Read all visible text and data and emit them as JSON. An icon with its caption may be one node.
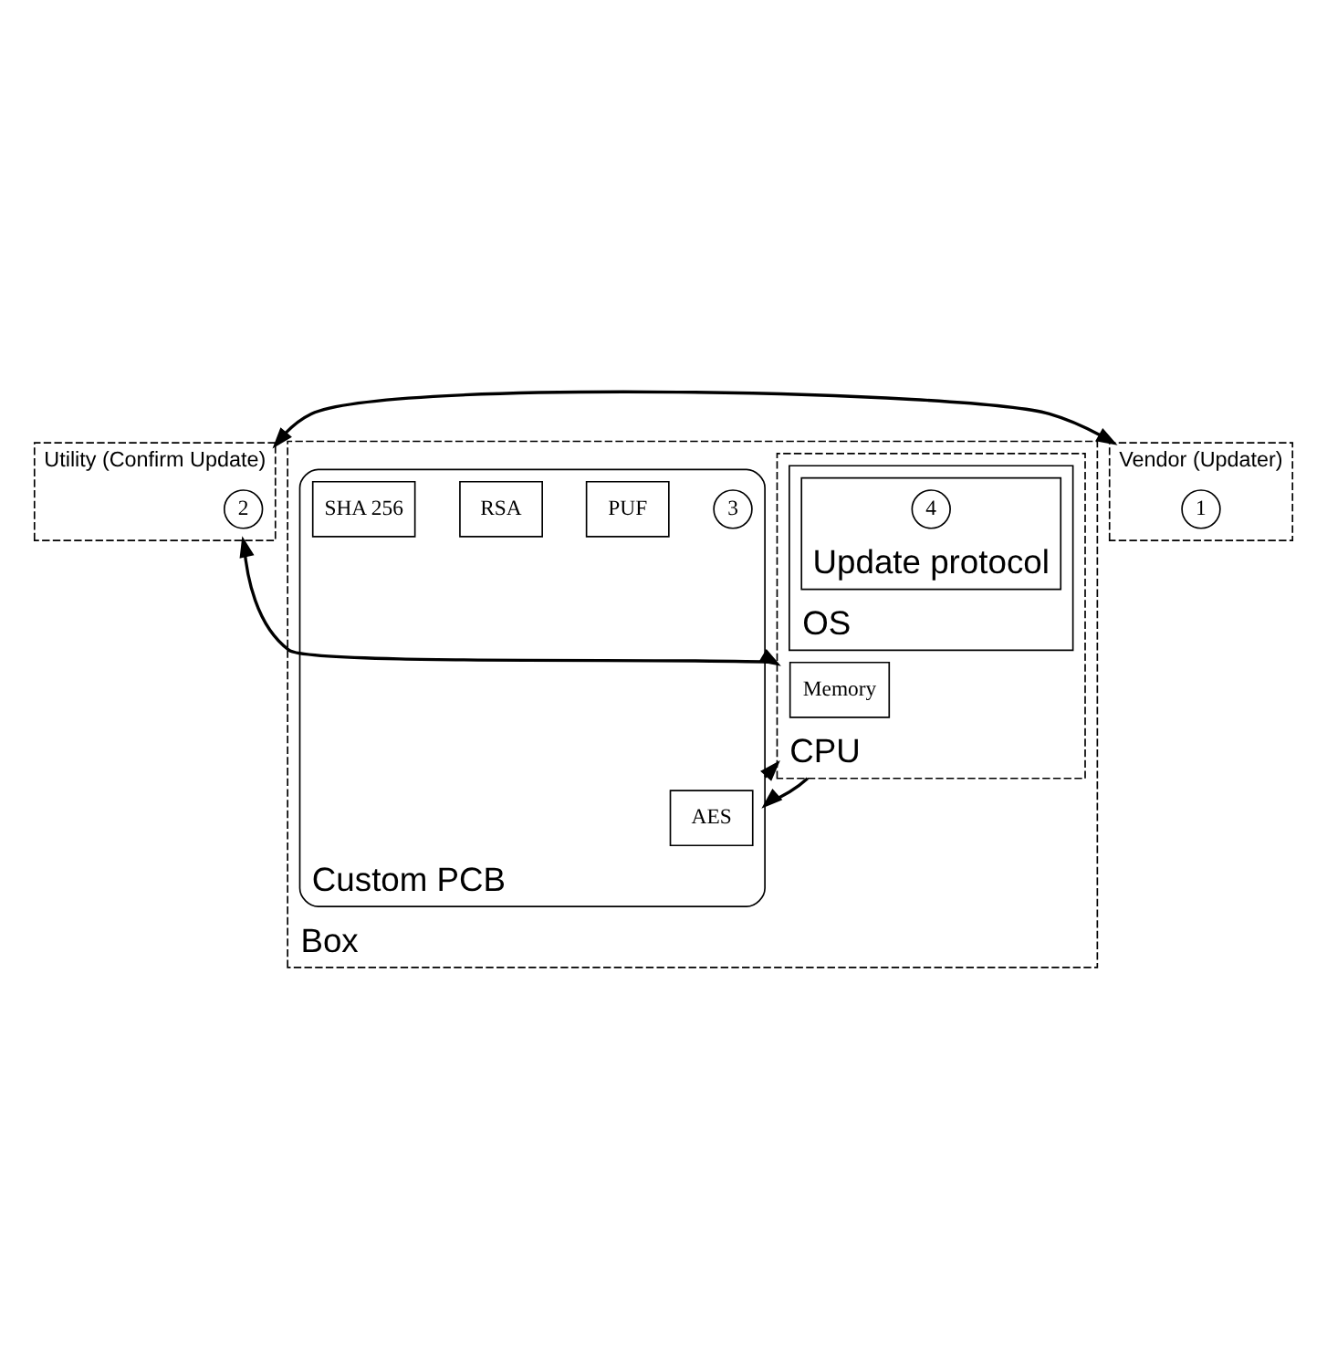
{
  "diagram": {
    "nodes": [
      {
        "text": [
          "Utility (Confirm Update)"
        ]
      },
      {
        "text": [
          "2"
        ],
        "in": 0
      },
      {
        "text": [
          "Vendor (Updater)"
        ]
      },
      {
        "text": [
          "1"
        ],
        "in": 2
      },
      {
        "text": [
          "Box"
        ]
      },
      {
        "text": [
          "CPU"
        ],
        "in": 4
      },
      {
        "text": [
          "OS"
        ],
        "in": 5
      },
      {
        "text": [
          "Update protocol"
        ],
        "in": 6
      },
      {
        "text": [
          "4"
        ],
        "in": 7
      },
      {
        "text": [
          "Memory"
        ],
        "in": 5
      },
      {
        "text": [
          "Custom PCB"
        ],
        "in": 4
      },
      {
        "text": [
          "3"
        ],
        "in": 10
      },
      {
        "text": [
          "PUF"
        ],
        "in": 10
      },
      {
        "text": [
          "RSA"
        ],
        "in": 10
      },
      {
        "text": [
          "SHA 256"
        ],
        "in": 10
      },
      {
        "text": [
          "AES"
        ],
        "in": 10
      }
    ],
    "edges": [
      {
        "from": 0,
        "to": 2,
        "arrow": "both"
      },
      {
        "from": 0,
        "to": 5,
        "arrow": "both"
      },
      {
        "from": 5,
        "to": 10,
        "arrow": "to"
      },
      {
        "from": 10,
        "to": 5,
        "arrow": "to"
      }
    ]
  }
}
